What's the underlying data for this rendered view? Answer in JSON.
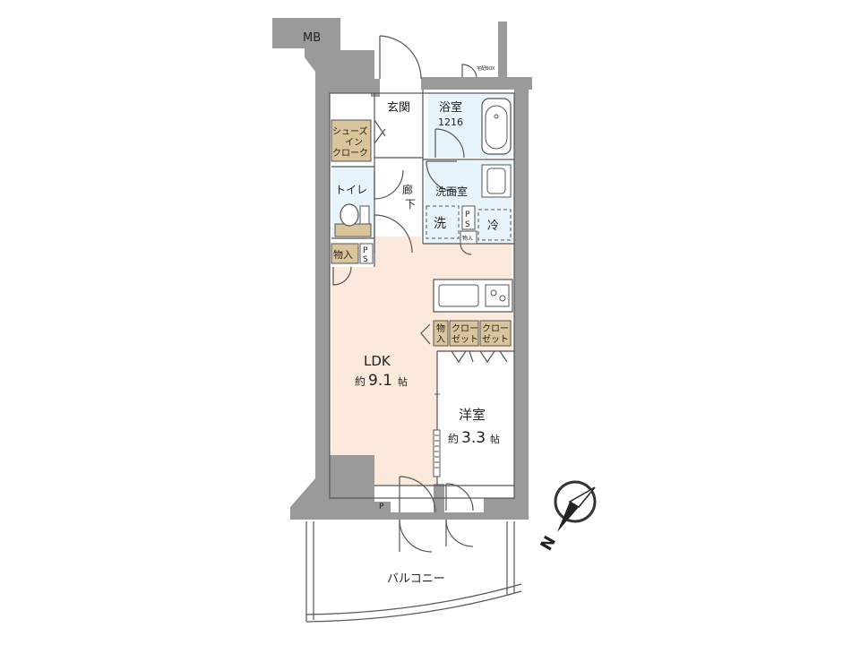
{
  "labels": {
    "mb": "MB",
    "delivery_box": "宅配BOX",
    "entrance": "玄関",
    "bath": "浴室",
    "bath_size": "1216",
    "shoe_closet_1": "シューズ",
    "shoe_closet_2": "イン",
    "shoe_closet_3": "クローク",
    "toilet": "トイレ",
    "corridor_1": "廊",
    "corridor_2": "下",
    "washroom": "洗面室",
    "washer": "洗",
    "ps_1": "P",
    "ps_2": "S",
    "refrigerator": "冷",
    "storage_small": "物入",
    "storage_1": "物入",
    "storage_2_1": "物",
    "storage_2_2": "入",
    "closet_a_1": "クロー",
    "closet_a_2": "ゼット",
    "closet_b_1": "クロー",
    "closet_b_2": "ゼット",
    "ldk": "LDK",
    "ldk_size_prefix": "約",
    "ldk_size_num": "9.1",
    "ldk_size_unit": "帖",
    "western_room": "洋室",
    "western_size_prefix": "約",
    "western_size_num": "3.3",
    "western_size_unit": "帖",
    "pipe": "P",
    "balcony": "バルコニー",
    "north": "N"
  },
  "colors": {
    "ldk_floor": "#fbeadb",
    "wet_area": "#e7f4fb",
    "storage": "#d9c49c",
    "wall": "#9a9a9a"
  }
}
